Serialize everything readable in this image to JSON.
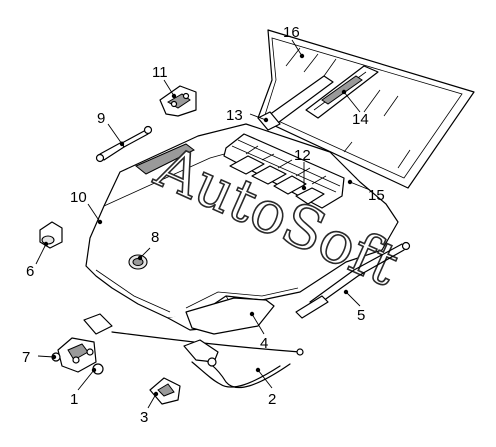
{
  "watermark": "AutoSoft",
  "callouts": [
    {
      "id": "c1",
      "label": "1"
    },
    {
      "id": "c2",
      "label": "2"
    },
    {
      "id": "c3",
      "label": "3"
    },
    {
      "id": "c4",
      "label": "4"
    },
    {
      "id": "c5",
      "label": "5"
    },
    {
      "id": "c6",
      "label": "6"
    },
    {
      "id": "c7",
      "label": "7"
    },
    {
      "id": "c8",
      "label": "8"
    },
    {
      "id": "c9",
      "label": "9"
    },
    {
      "id": "c10",
      "label": "10"
    },
    {
      "id": "c11",
      "label": "11"
    },
    {
      "id": "c12",
      "label": "12"
    },
    {
      "id": "c13",
      "label": "13"
    },
    {
      "id": "c14",
      "label": "14"
    },
    {
      "id": "c15",
      "label": "15"
    },
    {
      "id": "c16",
      "label": "16"
    }
  ]
}
